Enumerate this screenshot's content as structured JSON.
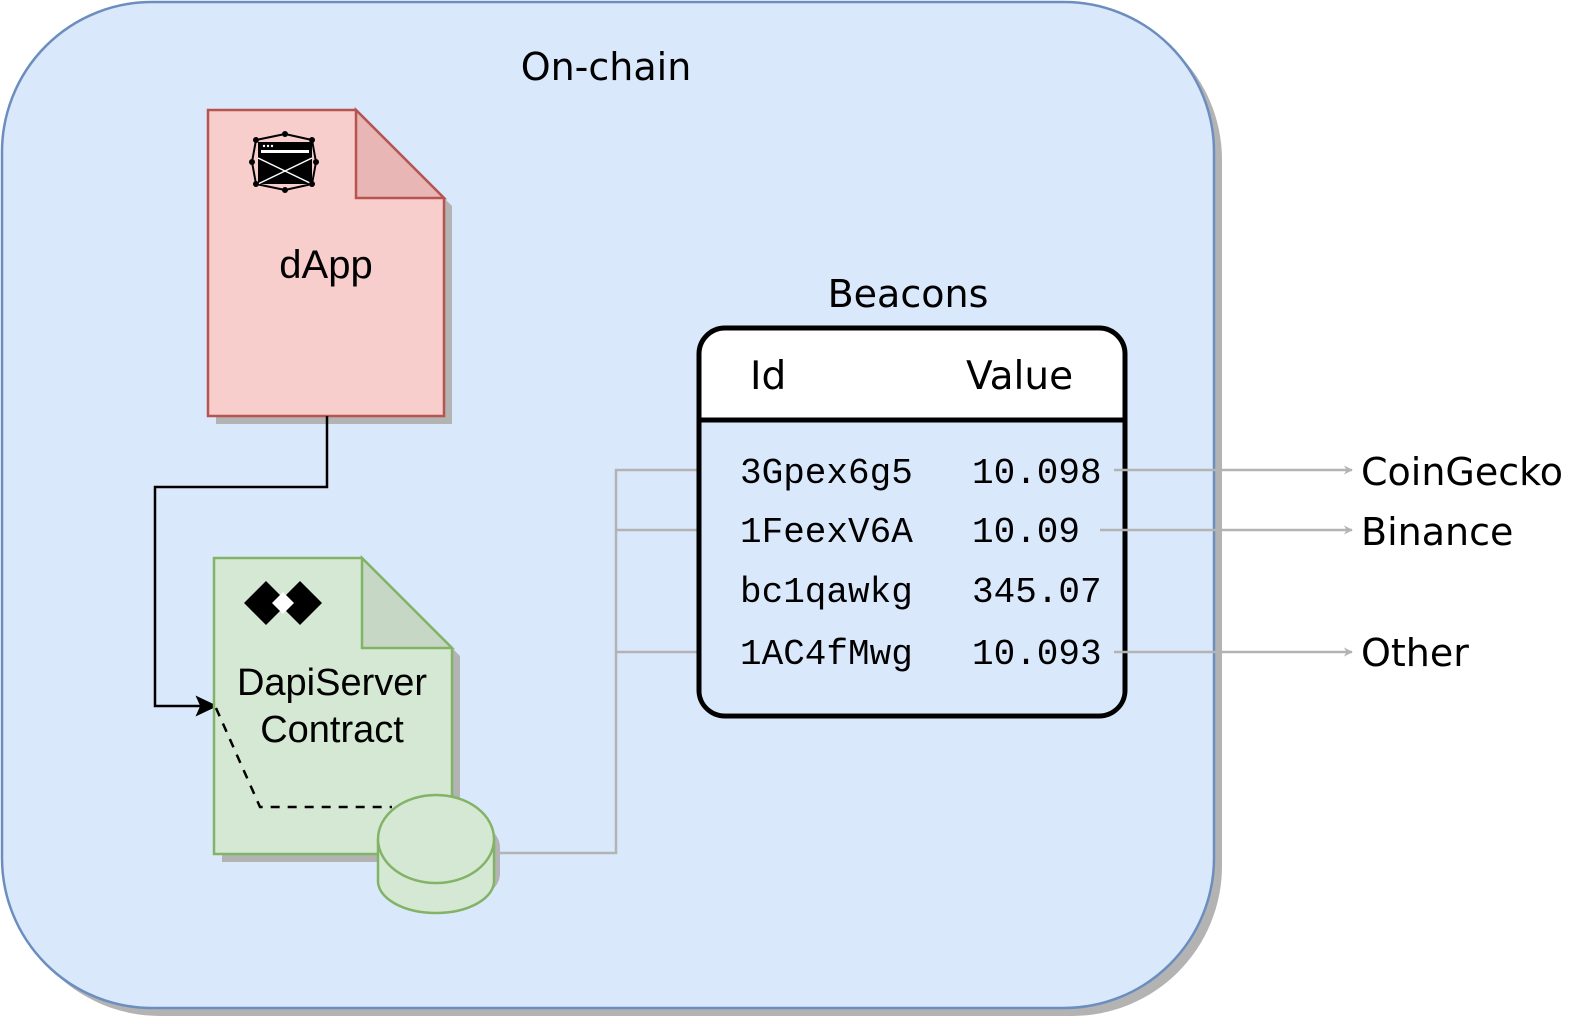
{
  "region": {
    "title": "On-chain"
  },
  "dapp": {
    "label": "dApp"
  },
  "contract": {
    "line1": "DapiServer",
    "line2": "Contract"
  },
  "beacons": {
    "title": "Beacons",
    "columns": [
      "Id",
      "Value"
    ],
    "rows": [
      {
        "id": "3Gpex6g5",
        "value": "10.098"
      },
      {
        "id": "1FeexV6A",
        "value": "10.09"
      },
      {
        "id": "bc1qawkg",
        "value": "345.07"
      },
      {
        "id": "1AC4fMwg",
        "value": "10.093"
      }
    ]
  },
  "sources": [
    "CoinGecko",
    "Binance",
    "Other"
  ],
  "colors": {
    "region_fill": "#dae8fc",
    "region_stroke": "#6c8ebf",
    "dapp_fill": "#f8cecc",
    "dapp_stroke": "#b85450",
    "contract_fill": "#d5e8d4",
    "contract_stroke": "#82b366",
    "connector_gray": "#b3b3b3",
    "shadow": "#b3b3b3"
  },
  "icons": {
    "dapp": "browser-network-icon",
    "contract": "api3-logo-icon",
    "storage": "database-icon"
  }
}
